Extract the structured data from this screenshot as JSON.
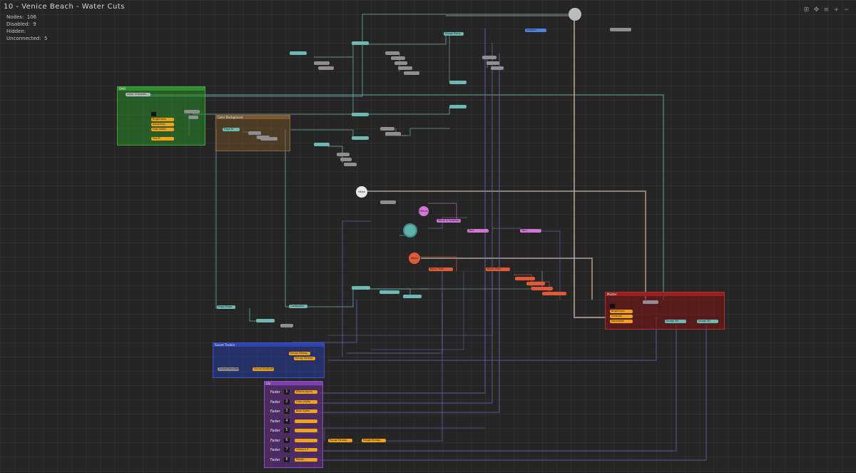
{
  "window": {
    "title": "10 - Venice Beach - Water Cuts"
  },
  "stats": {
    "nodes_label": "Nodes:",
    "nodes": "106",
    "disabled_label": "Disabled:",
    "disabled": "9",
    "hidden_label": "Hidden:",
    "hidden": "",
    "unconnected_label": "Unconnected:",
    "unconnected": "5"
  },
  "toolbar": {
    "icons": [
      "grid-icon",
      "arrows-icon",
      "menu-icon",
      "plus-icon",
      "minus-icon"
    ]
  },
  "groups": {
    "green": {
      "label": "DMX"
    },
    "brown": {
      "label": "Color Background"
    },
    "blue": {
      "label": "Sound Trackin"
    },
    "purple": {
      "label": "Lfo"
    },
    "red": {
      "label": "Master"
    }
  },
  "nodes": {
    "green_top": "Layer Channels",
    "green_o1": "Brightness",
    "green_o2": "Saturation",
    "green_o3": "Hue rotate",
    "green_o4": "Sub Tr",
    "brown_n1": "Edge Bl",
    "red_o1": "Brightness",
    "red_o2": "Contrast",
    "red_o3": "Saturation",
    "red_image1": "Image 3D",
    "red_image2": "Image 3D",
    "blue_n1": "Sound Visualizer",
    "blue_n2": "Sound Analyzer",
    "blue_n3": "Range Remap",
    "blue_n4": "Range Remap",
    "purple_o1": "Effects Alpha",
    "purple_o2": "Color Alpha",
    "purple_o3": "Bass Alpha",
    "purple_o7": "Camera Z",
    "purple_o8": "Rotate",
    "range1": "Range Remap",
    "range2": "Range Remap",
    "top_blue": "Camera",
    "image_plane": "Image Plane",
    "pink1": "Kaleido",
    "pink2": "Mirror & Rotation",
    "pink3": "Twirl",
    "pink4": "Twirl",
    "red1": "Wave",
    "red2": "Block Pixel",
    "red3": "Blur",
    "circle_white": "Noise",
    "circle_red": "Water",
    "circle_pink": "Effects",
    "math1": "Math",
    "math2": "Math",
    "edge_fader": "Edge Fader",
    "composite": "Composite",
    "text_label": "Timer 1"
  },
  "faders": [
    {
      "label": "Fader",
      "num": "1"
    },
    {
      "label": "Fader",
      "num": "2"
    },
    {
      "label": "Fader",
      "num": "3"
    },
    {
      "label": "Fader",
      "num": "4"
    },
    {
      "label": "Fader",
      "num": "5"
    },
    {
      "label": "Fader",
      "num": "6"
    },
    {
      "label": "Fader",
      "num": "7"
    },
    {
      "label": "Fader",
      "num": "8"
    }
  ],
  "colors": {
    "teal": "#6fb9b5",
    "orange": "#f0a31a",
    "pink": "#d076d8",
    "red": "#e05a3a",
    "blue": "#4f7fe0",
    "wire_teal": "#7ab8b4",
    "wire_purple": "#6a6ab0",
    "wire_tan": "#b8a896"
  }
}
